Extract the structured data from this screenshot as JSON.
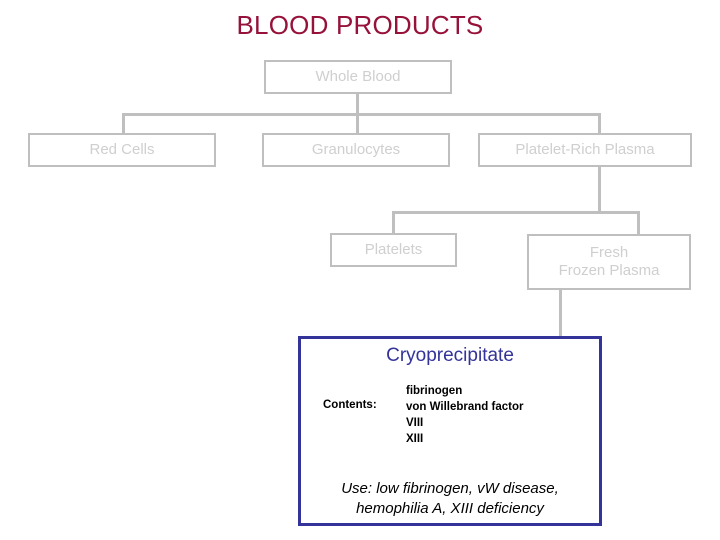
{
  "page": {
    "title": "BLOOD PRODUCTS",
    "title_color": "#97123a",
    "background": "#ffffff"
  },
  "flowchart": {
    "node_border_color": "#bfbfbf",
    "node_text_color": "#cfcfcf",
    "connector_color": "#bfbfbf",
    "nodes": [
      {
        "id": "whole-blood",
        "label": "Whole Blood",
        "level": 0
      },
      {
        "id": "red-cells",
        "label": "Red Cells",
        "level": 1
      },
      {
        "id": "granulocytes",
        "label": "Granulocytes",
        "level": 1
      },
      {
        "id": "prp",
        "label": "Platelet-Rich Plasma",
        "level": 1
      },
      {
        "id": "platelets",
        "label": "Platelets",
        "level": 2
      },
      {
        "id": "ffp",
        "label": "Fresh Frozen Plasma",
        "level": 2,
        "line1": "Fresh",
        "line2": "Frozen Plasma"
      }
    ]
  },
  "cryoprecipitate": {
    "title": "Cryoprecipitate",
    "border_color": "#333399",
    "title_color": "#333399",
    "contents_label": "Contents:",
    "contents": [
      "fibrinogen",
      "von Willebrand factor",
      "VIII",
      "XIII"
    ],
    "use_line1": "Use: low fibrinogen, vW disease,",
    "use_line2": "hemophilia A, XIII deficiency"
  }
}
